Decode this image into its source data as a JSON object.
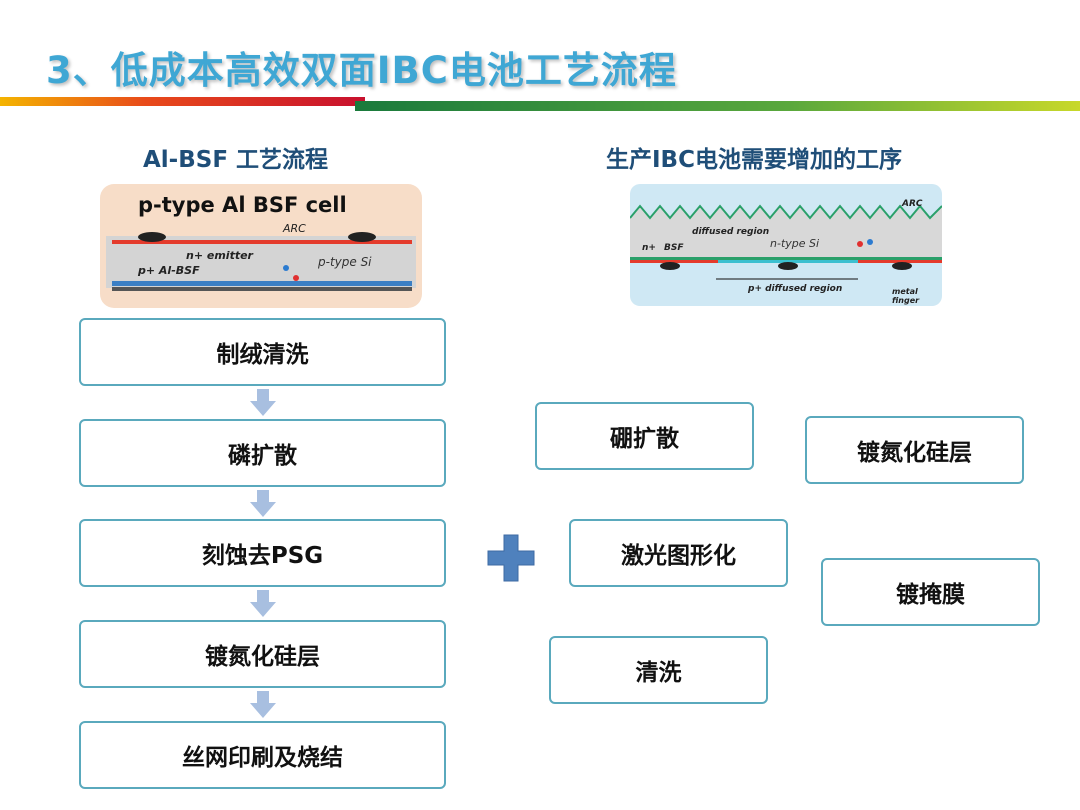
{
  "title": "3、低成本高效双面IBC电池工艺流程",
  "left": {
    "heading": "Al-BSF  工艺流程",
    "diagram": {
      "title": "p-type Al BSF cell",
      "labels": {
        "arc": "ARC",
        "emitter": "n+ emitter",
        "bsf": "p+ Al-BSF",
        "substrate": "p-type Si"
      }
    },
    "steps": [
      "制绒清洗",
      "磷扩散",
      "刻蚀去PSG",
      "镀氮化硅层",
      "丝网印刷及烧结"
    ]
  },
  "right": {
    "heading": "生产IBC电池需要增加的工序",
    "diagram": {
      "labels": {
        "arc": "ARC",
        "diffused": "diffused region",
        "n_bsf": "n+",
        "bsf": "BSF",
        "substrate": "n-type Si",
        "p_region": "p+ diffused region",
        "metal1": "metal",
        "metal2": "finger"
      }
    },
    "steps": [
      "硼扩散",
      "镀氮化硅层",
      "激光图形化",
      "镀掩膜",
      "清洗"
    ]
  },
  "colors": {
    "title": "#3fa7d4",
    "heading": "#1f4e78",
    "box_border": "#5aa9bd",
    "arrow": "#a8bfe0",
    "plus": "#4f81bd"
  }
}
